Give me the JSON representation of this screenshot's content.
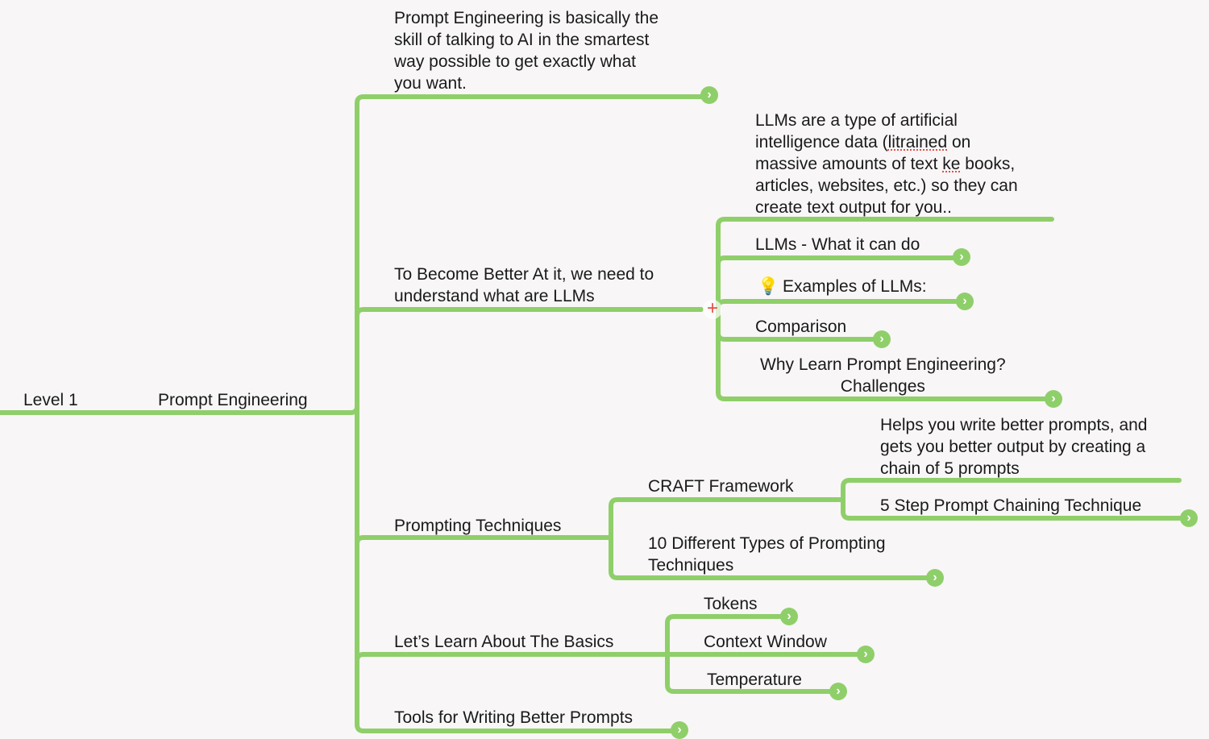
{
  "colors": {
    "branch": "#8fcf6a",
    "background": "#f8f6f6"
  },
  "root": {
    "level": "Level 1",
    "title": "Prompt Engineering"
  },
  "nodes": {
    "definition": [
      "Prompt Engineering is basically the",
      "skill of talking to AI in the smartest",
      "way possible to get exactly what",
      "you want."
    ],
    "llms": {
      "title": [
        "To Become Better At it, we need to",
        "understand what are LLMs"
      ],
      "description": [
        "LLMs are a type of artificial",
        "intelligence data (",
        "litrained",
        " on",
        "massive amounts of text ",
        "ke",
        " books,",
        "articles, websites, etc.) so they can",
        "create text output for you.."
      ],
      "what_it_can_do": "LLMs - What it can do",
      "examples": "Examples of LLMs:",
      "comparison": "Comparison",
      "why_learn": [
        "Why Learn Prompt Engineering?",
        "Challenges"
      ]
    },
    "prompting": {
      "title": "Prompting Techniques",
      "craft": "CRAFT Framework",
      "chaining_desc": [
        "Helps you write better prompts, and",
        "gets you better output by creating a",
        "chain of 5 prompts"
      ],
      "chaining": "5 Step Prompt Chaining Technique",
      "ten_types": [
        "10 Different Types of Prompting",
        "Techniques"
      ]
    },
    "basics": {
      "title": "Let’s Learn About The Basics",
      "tokens": "Tokens",
      "context_window": "Context Window",
      "temperature": "Temperature"
    },
    "tools": "Tools for Writing Better Prompts"
  },
  "icons": {
    "expand": "chevron-right-icon",
    "add": "plus-icon",
    "idea": "lightbulb-icon"
  }
}
